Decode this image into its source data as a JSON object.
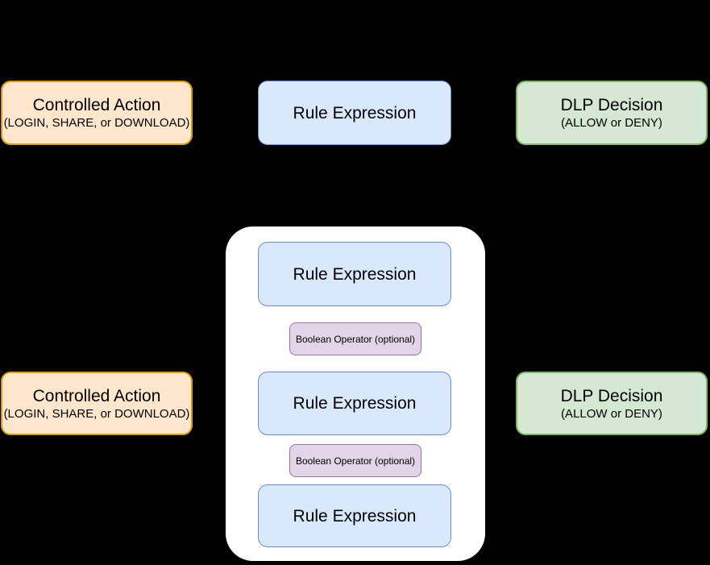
{
  "diagram": {
    "background_color": "#000000",
    "palette": {
      "background_color": "#000000",
      "controlled_action_fill": "#FFE6CC",
      "controlled_action_stroke": "#D79B00",
      "rule_expression_fill": "#DAE8FC",
      "rule_expression_stroke": "#6C8EBF",
      "dlp_decision_fill": "#D5E8D4",
      "dlp_decision_stroke": "#82B366",
      "boolean_operator_fill": "#E1D5E7",
      "boolean_operator_stroke": "#9673A6",
      "group_fill": "#FFFFFF",
      "text_color": "#000000"
    },
    "top_flow": {
      "controlled_action": {
        "title": "Controlled Action",
        "subtitle": "(LOGIN, SHARE, or DOWNLOAD)"
      },
      "rule_expression": {
        "title": "Rule Expression"
      },
      "dlp_decision": {
        "title": "DLP Decision",
        "subtitle": "(ALLOW or DENY)"
      }
    },
    "bottom_flow": {
      "controlled_action": {
        "title": "Controlled Action",
        "subtitle": "(LOGIN, SHARE, or DOWNLOAD)"
      },
      "rule_group": {
        "rules": [
          "Rule Expression",
          "Rule Expression",
          "Rule Expression"
        ],
        "operators": [
          "Boolean Operator (optional)",
          "Boolean Operator (optional)"
        ]
      },
      "dlp_decision": {
        "title": "DLP Decision",
        "subtitle": "(ALLOW or DENY)"
      }
    }
  }
}
